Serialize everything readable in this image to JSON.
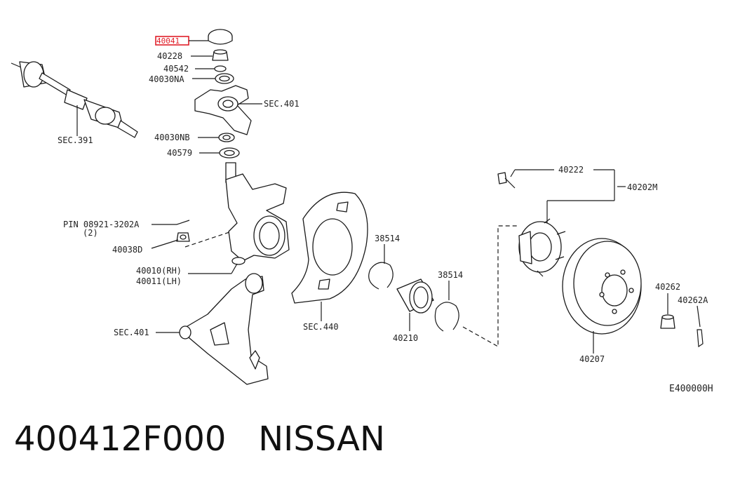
{
  "callouts": {
    "part_40041": "40041",
    "part_40228": "40228",
    "part_40542": "40542",
    "part_40030NA": "40030NA",
    "sec_401_top": "SEC.401",
    "part_40030NB": "40030NB",
    "part_40579": "40579",
    "sec_391": "SEC.391",
    "pin": "PIN 08921-3202A",
    "pin_qty": "(2)",
    "part_40038D": "40038D",
    "part_40010": "40010(RH)",
    "part_40011": "40011(LH)",
    "sec_401_bottom": "SEC.401",
    "sec_440": "SEC.440",
    "part_38514_a": "38514",
    "part_38514_b": "38514",
    "part_40210": "40210",
    "part_40222": "40222",
    "part_40202M": "40202M",
    "part_40207": "40207",
    "part_40262": "40262",
    "part_40262A": "40262A",
    "diagram_code": "E400000H"
  },
  "highlight_color": "#e0202a",
  "footer": {
    "part_number": "400412F000",
    "brand": "NISSAN"
  }
}
